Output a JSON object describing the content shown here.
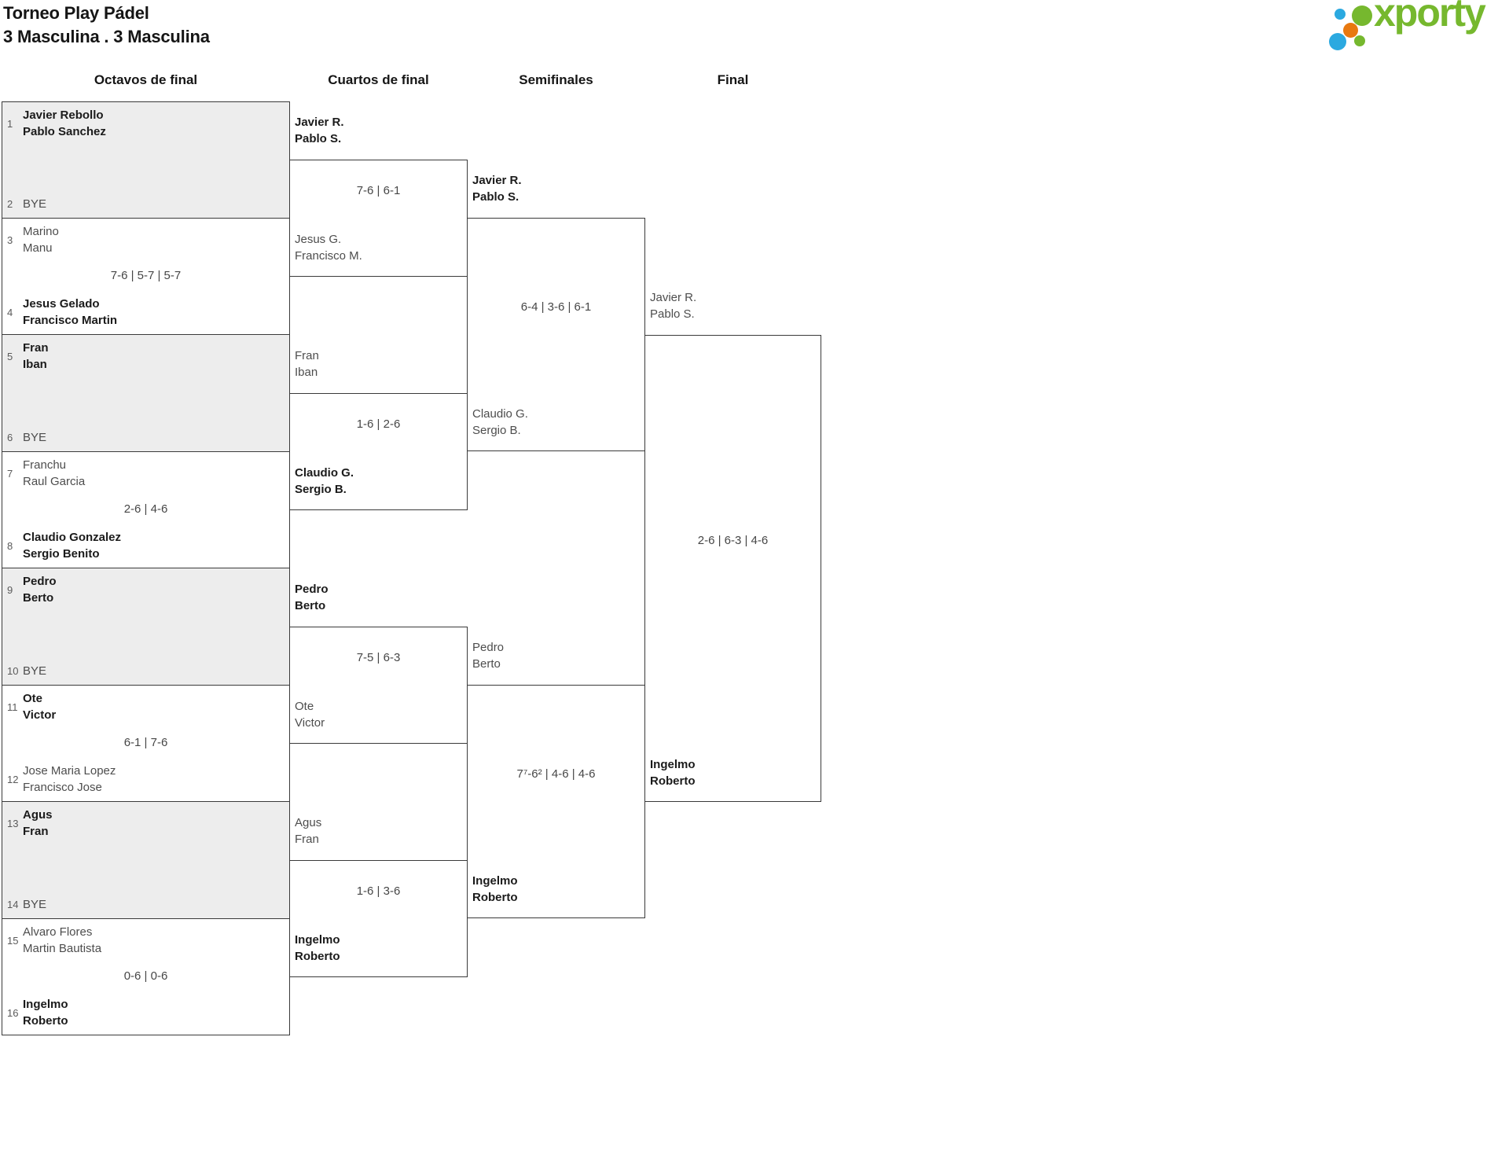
{
  "page": {
    "title": "Torneo Play Pádel",
    "subtitle": "3 Masculina . 3 Masculina"
  },
  "logo": {
    "text": "xporty",
    "green": "#76b82e",
    "blue": "#2ba9e0",
    "orange": "#e8790f"
  },
  "round_headers": [
    "Octavos de final",
    "Cuartos de final",
    "Semifinales",
    "Final"
  ],
  "bracket": {
    "octavos": [
      {
        "seed_top": "1",
        "top1": "Javier Rebollo",
        "top2": "Pablo Sanchez",
        "top_winner": true,
        "seed_bot": "2",
        "bot1": "BYE",
        "bot2": "",
        "bot_winner": false,
        "bye": true
      },
      {
        "seed_top": "3",
        "top1": "Marino",
        "top2": "Manu",
        "top_winner": false,
        "seed_bot": "4",
        "bot1": "Jesus Gelado",
        "bot2": "Francisco Martin",
        "bot_winner": true,
        "bye": false,
        "score": "7-6 | 5-7 | 5-7"
      },
      {
        "seed_top": "5",
        "top1": "Fran",
        "top2": "Iban",
        "top_winner": true,
        "seed_bot": "6",
        "bot1": "BYE",
        "bot2": "",
        "bot_winner": false,
        "bye": true
      },
      {
        "seed_top": "7",
        "top1": "Franchu",
        "top2": "Raul Garcia",
        "top_winner": false,
        "seed_bot": "8",
        "bot1": "Claudio Gonzalez",
        "bot2": "Sergio Benito",
        "bot_winner": true,
        "bye": false,
        "score": "2-6 | 4-6"
      },
      {
        "seed_top": "9",
        "top1": "Pedro",
        "top2": "Berto",
        "top_winner": true,
        "seed_bot": "10",
        "bot1": "BYE",
        "bot2": "",
        "bot_winner": false,
        "bye": true
      },
      {
        "seed_top": "11",
        "top1": "Ote",
        "top2": "Victor",
        "top_winner": true,
        "seed_bot": "12",
        "bot1": "Jose Maria Lopez",
        "bot2": "Francisco Jose",
        "bot_winner": false,
        "bye": false,
        "score": "6-1 | 7-6"
      },
      {
        "seed_top": "13",
        "top1": "Agus",
        "top2": "Fran",
        "top_winner": true,
        "seed_bot": "14",
        "bot1": "BYE",
        "bot2": "",
        "bot_winner": false,
        "bye": true
      },
      {
        "seed_top": "15",
        "top1": "Alvaro Flores",
        "top2": "Martin Bautista",
        "top_winner": false,
        "seed_bot": "16",
        "bot1": "Ingelmo",
        "bot2": "Roberto",
        "bot_winner": true,
        "bye": false,
        "score": "0-6 | 0-6"
      }
    ],
    "cuartos": [
      {
        "top1": "Javier R.",
        "top2": "Pablo S.",
        "top_winner": true,
        "bot1": "Jesus G.",
        "bot2": "Francisco M.",
        "bot_winner": false,
        "score": "7-6 | 6-1"
      },
      {
        "top1": "Fran",
        "top2": "Iban",
        "top_winner": false,
        "bot1": "Claudio G.",
        "bot2": "Sergio B.",
        "bot_winner": true,
        "score": "1-6 | 2-6"
      },
      {
        "top1": "Pedro",
        "top2": "Berto",
        "top_winner": true,
        "bot1": "Ote",
        "bot2": "Victor",
        "bot_winner": false,
        "score": "7-5 | 6-3"
      },
      {
        "top1": "Agus",
        "top2": "Fran",
        "top_winner": false,
        "bot1": "Ingelmo",
        "bot2": "Roberto",
        "bot_winner": true,
        "score": "1-6 | 3-6"
      }
    ],
    "semifinales": [
      {
        "top1": "Javier R.",
        "top2": "Pablo S.",
        "top_winner": true,
        "bot1": "Claudio G.",
        "bot2": "Sergio B.",
        "bot_winner": false,
        "score": "6-4 | 3-6 | 6-1"
      },
      {
        "top1": "Pedro",
        "top2": "Berto",
        "top_winner": false,
        "bot1": "Ingelmo",
        "bot2": "Roberto",
        "bot_winner": true,
        "score": "7⁷-6² | 4-6 | 4-6"
      }
    ],
    "final": [
      {
        "top1": "Javier R.",
        "top2": "Pablo S.",
        "top_winner": false,
        "bot1": "Ingelmo",
        "bot2": "Roberto",
        "bot_winner": true,
        "score": "2-6 | 6-3 | 4-6"
      }
    ]
  }
}
